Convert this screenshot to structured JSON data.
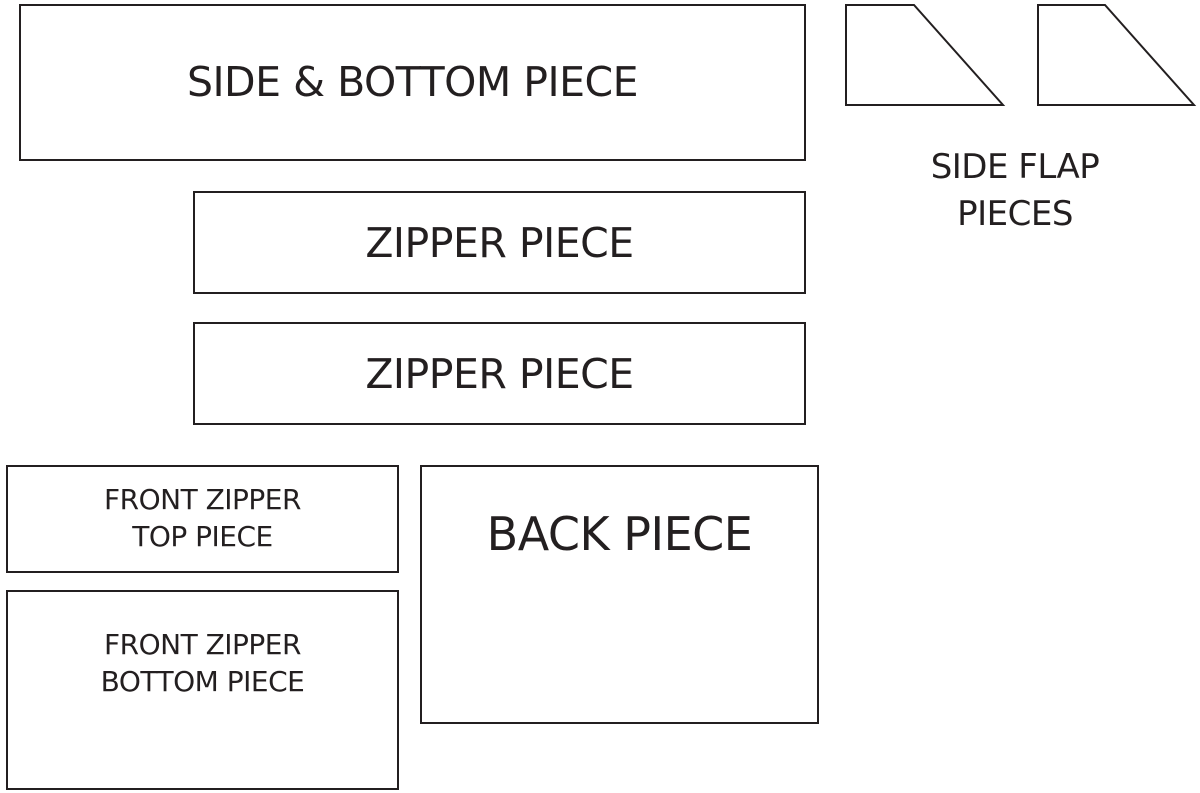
{
  "diagram": {
    "side_bottom": {
      "label": "SIDE & BOTTOM PIECE"
    },
    "zipper_pieces": [
      {
        "label": "ZIPPER PIECE"
      },
      {
        "label": "ZIPPER PIECE"
      }
    ],
    "front_zipper_top": {
      "lines": [
        "FRONT ZIPPER",
        "TOP PIECE"
      ]
    },
    "front_zipper_bottom": {
      "lines": [
        "FRONT ZIPPER",
        "BOTTOM PIECE"
      ]
    },
    "back_piece": {
      "label": "BACK PIECE"
    },
    "side_flaps": {
      "count": 2,
      "caption_lines": [
        "SIDE FLAP",
        "PIECES"
      ]
    }
  },
  "colors": {
    "stroke": "#231f20",
    "background": "#ffffff"
  }
}
